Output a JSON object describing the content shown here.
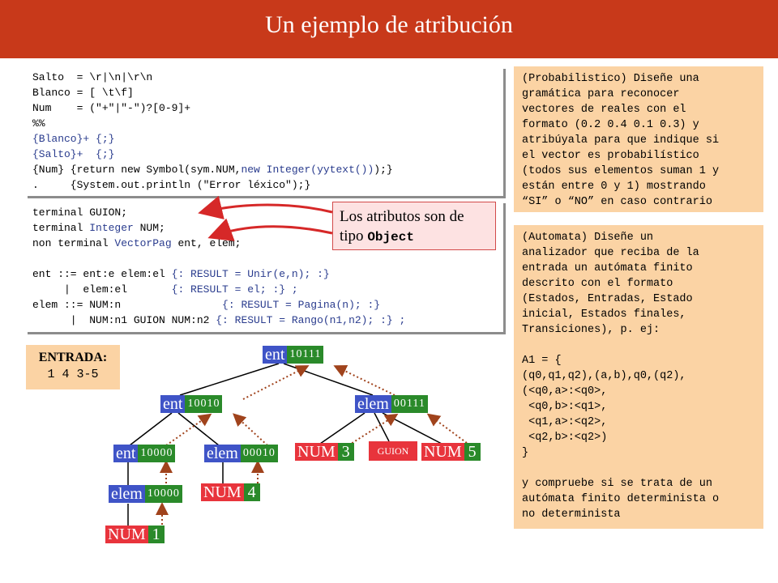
{
  "title": "Un ejemplo de atribución",
  "lexer_code": [
    "Salto  = \\r|\\n|\\r\\n",
    "Blanco = [ \\t\\f]",
    "Num    = (\"+\"|\"-\")?[0-9]+",
    "%%",
    "{Blanco}+ {;}",
    "{Salto}+  {;}"
  ],
  "lexer_num_rule": {
    "a": "{Num} {return new Symbol(sym.NUM,",
    "b": "new Integer(yytext())",
    "c": ");}"
  },
  "lexer_error_rule": ".     {System.out.println (\"Error léxico\");}",
  "parser_lines": [
    {
      "a": "terminal GUION;",
      "b": "",
      "c": ""
    },
    {
      "a": "terminal ",
      "b": "Integer",
      "c": " NUM;"
    },
    {
      "a": "non terminal ",
      "b": "VectorPag",
      "c": " ent, elem;"
    },
    {
      "a": "",
      "b": "",
      "c": ""
    },
    {
      "a": "ent ::= ent:e elem:el ",
      "b": "{: RESULT = Unir(e,n); :}",
      "c": ""
    },
    {
      "a": "     |  elem:el       ",
      "b": "{: RESULT = el; :} ;",
      "c": ""
    },
    {
      "a": "elem ::= NUM:n                ",
      "b": "{: RESULT = Pagina(n); :}",
      "c": ""
    },
    {
      "a": "      |  NUM:n1 GUION NUM:n2 ",
      "b": "{: RESULT = Rango(n1,n2); :} ;",
      "c": ""
    }
  ],
  "callout": {
    "text": "Los atributos son de tipo ",
    "code": "Object"
  },
  "entrada": {
    "label": "ENTRADA:",
    "value": "1 4 3-5"
  },
  "exercise1": [
    "(Probabilistico) Diseñe una",
    "gramática para reconocer",
    "vectores de reales con el",
    "formato (0.2 0.4 0.1 0.3) y",
    "atribúyala para que indique si",
    "el vector es probabilístico",
    "(todos sus elementos suman 1 y",
    "están entre 0 y 1) mostrando",
    "“SI” o “NO” en caso contrario"
  ],
  "exercise2": [
    "(Automata) Diseñe un",
    "analizador que reciba de la",
    "entrada un autómata finito",
    "descrito con el formato",
    "(Estados, Entradas, Estado",
    "inicial, Estados finales,",
    "Transiciones), p. ej:",
    "",
    "A1 = {",
    "(q0,q1,q2),(a,b),q0,(q2),",
    "(<q0,a>:<q0>,",
    " <q0,b>:<q1>,",
    " <q1,a>:<q2>,",
    " <q2,b>:<q2>)",
    "}",
    "",
    "y compruebe si se trata de un",
    "autómata finito determinista o",
    "no determinista"
  ],
  "tree": {
    "root": {
      "label": "ent",
      "bits": "10111"
    },
    "ent2": {
      "label": "ent",
      "bits": "10010"
    },
    "elem_r": {
      "label": "elem",
      "bits": "00111"
    },
    "ent3": {
      "label": "ent",
      "bits": "10000"
    },
    "elem_m": {
      "label": "elem",
      "bits": "00010"
    },
    "num3": {
      "label": "NUM",
      "value": "3"
    },
    "guion": {
      "label": "GUION"
    },
    "num5": {
      "label": "NUM",
      "value": "5"
    },
    "elem_l": {
      "label": "elem",
      "bits": "10000"
    },
    "num4": {
      "label": "NUM",
      "value": "4"
    },
    "num1": {
      "label": "NUM",
      "value": "1"
    }
  },
  "colors": {
    "title_bar": "#c8391a",
    "node_blue": "#3f54c7",
    "node_red": "#e8343c",
    "bits_green": "#2a8a2a",
    "panel_orange": "#fbd3a4",
    "arrow_brown": "#a0431c",
    "callout_arrow": "#d62828"
  }
}
